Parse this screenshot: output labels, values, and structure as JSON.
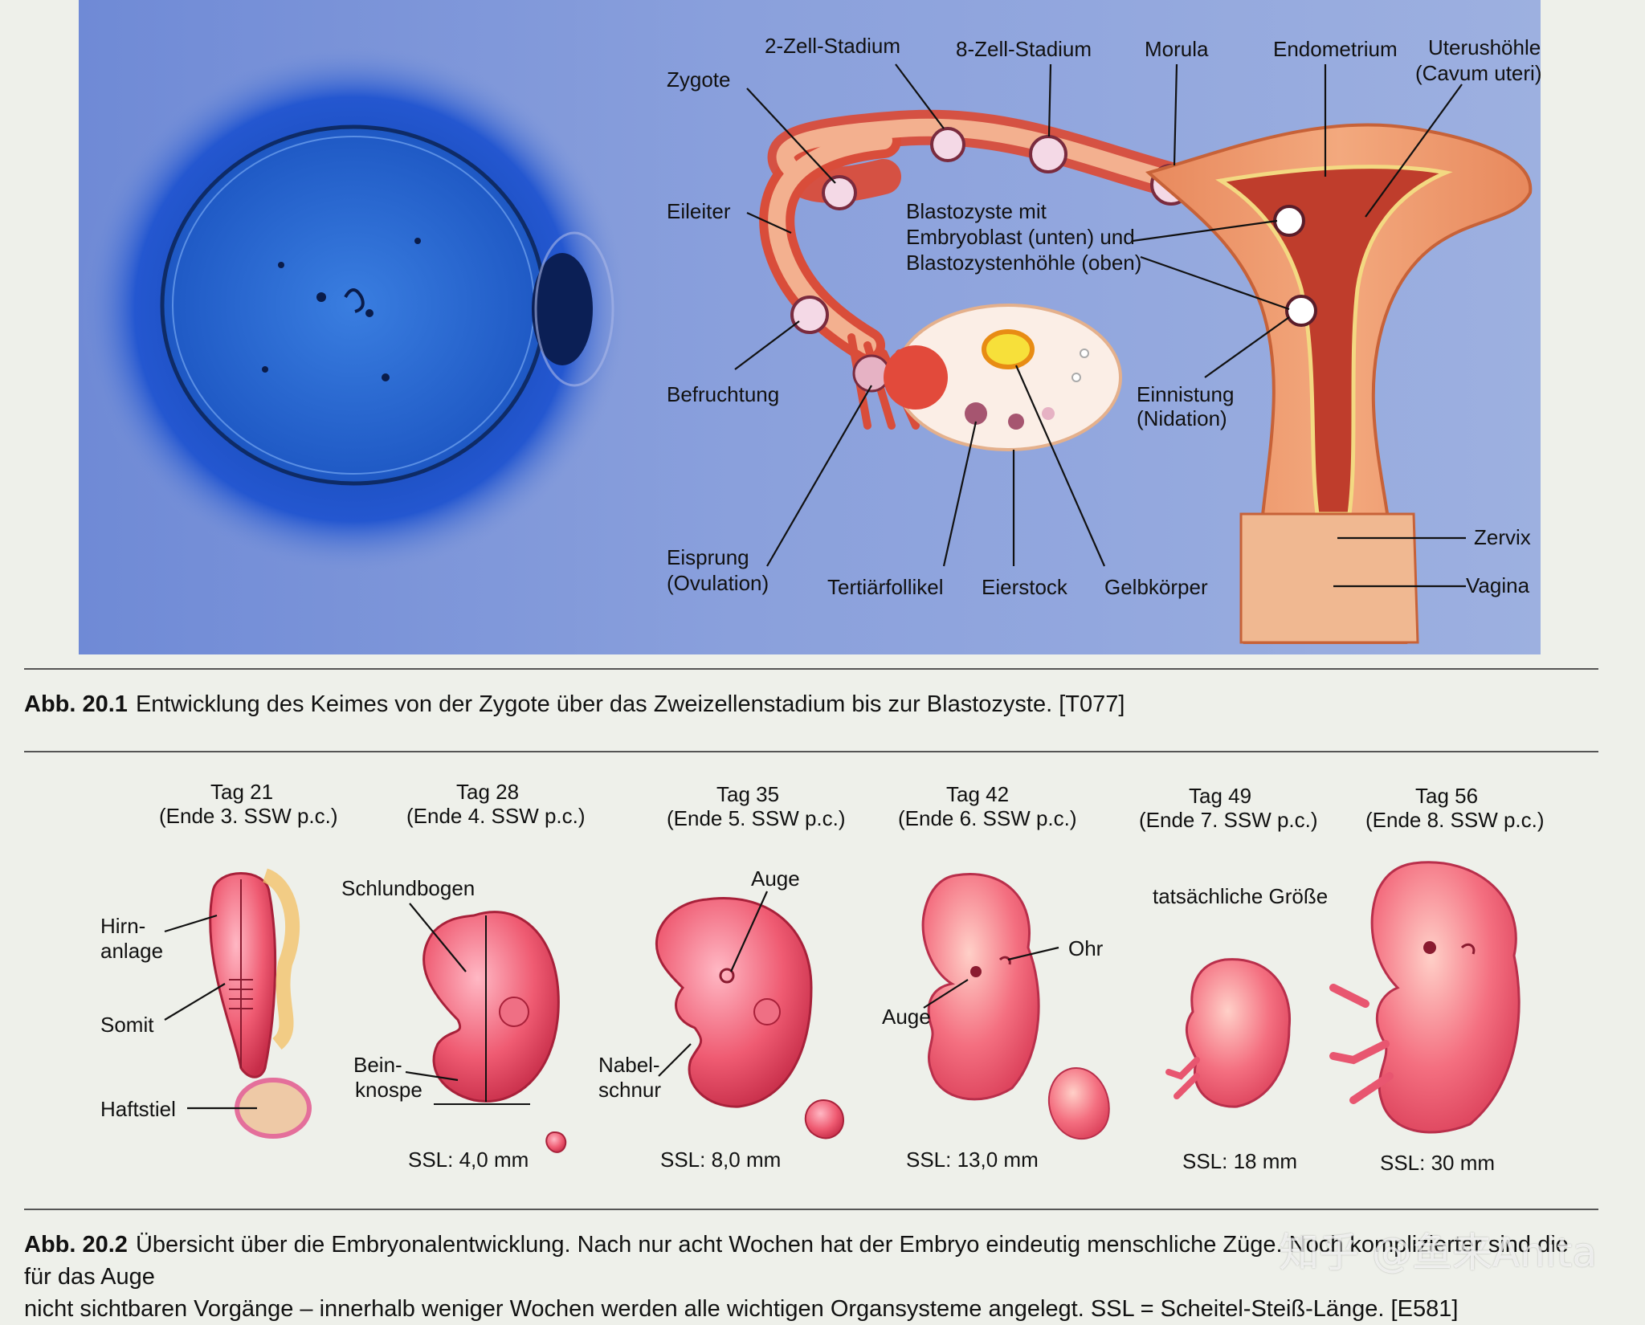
{
  "figure1": {
    "labels": {
      "zygote": "Zygote",
      "two_cell": "2-Zell-Stadium",
      "eight_cell": "8-Zell-Stadium",
      "morula": "Morula",
      "endometrium": "Endometrium",
      "uterus_cavity_1": "Uterushöhle",
      "uterus_cavity_2": "(Cavum uteri)",
      "oviduct": "Eileiter",
      "blastocyst_1": "Blastozyste mit",
      "blastocyst_2": "Embryoblast (unten) und",
      "blastocyst_3": "Blastozystenhöhle (oben)",
      "fertilization": "Befruchtung",
      "implantation_1": "Einnistung",
      "implantation_2": "(Nidation)",
      "cervix": "Zervix",
      "vagina": "Vagina",
      "ovulation_1": "Eisprung",
      "ovulation_2": "(Ovulation)",
      "tertiary_follicle": "Tertiärfollikel",
      "ovary": "Eierstock",
      "corpus_luteum": "Gelbkörper"
    },
    "caption_number": "Abb. 20.1",
    "caption_text": "Entwicklung des Keimes von der Zygote über das Zweizellenstadium bis zur Blastozyste. [T077]"
  },
  "figure2": {
    "stages": [
      {
        "day": "Tag 21",
        "week": "(Ende 3. SSW p.c.)",
        "ssl": ""
      },
      {
        "day": "Tag 28",
        "week": "(Ende 4. SSW p.c.)",
        "ssl": "SSL: 4,0 mm"
      },
      {
        "day": "Tag 35",
        "week": "(Ende 5. SSW p.c.)",
        "ssl": "SSL: 8,0 mm"
      },
      {
        "day": "Tag 42",
        "week": "(Ende 6. SSW p.c.)",
        "ssl": "SSL: 13,0 mm"
      },
      {
        "day": "Tag 49",
        "week": "(Ende 7. SSW p.c.)",
        "ssl": "SSL: 18 mm"
      },
      {
        "day": "Tag 56",
        "week": "(Ende 8. SSW p.c.)",
        "ssl": "SSL: 30 mm"
      }
    ],
    "labels": {
      "brain_1": "Hirn-",
      "brain_2": "anlage",
      "somite": "Somit",
      "body_stalk": "Haftstiel",
      "pharyngeal_arch": "Schlundbogen",
      "leg_bud_1": "Bein-",
      "leg_bud_2": "knospe",
      "eye": "Auge",
      "umbilical_1": "Nabel-",
      "umbilical_2": "schnur",
      "ear": "Ohr",
      "eye2": "Auge",
      "actual_size": "tatsächliche Größe"
    },
    "caption_number": "Abb. 20.2",
    "caption_line1": "Übersicht über die Embryonalentwicklung. Nach nur acht Wochen hat der Embryo eindeutig menschliche Züge. Noch komplizierter sind die für das Auge",
    "caption_line2": "nicht sichtbaren Vorgänge – innerhalb weniger Wochen werden alle wichtigen Organsysteme angelegt. SSL = Scheitel-Steiß-Länge. [E581]"
  },
  "watermark": "知乎 @鱼来Anita"
}
